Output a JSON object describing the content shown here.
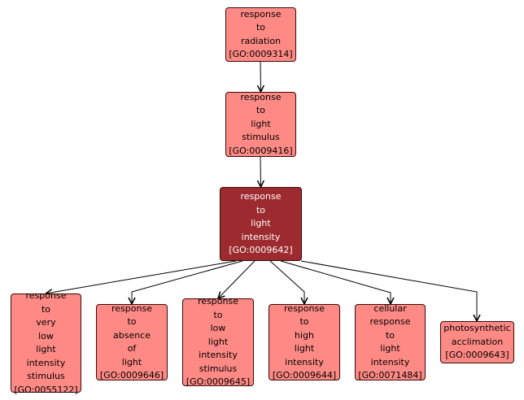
{
  "nodes": [
    {
      "id": "n1",
      "lines": [
        "response",
        "to",
        "radiation"
      ],
      "go": "[GO:0009314]",
      "highlight": false
    },
    {
      "id": "n2",
      "lines": [
        "response",
        "to",
        "light",
        "stimulus"
      ],
      "go": "[GO:0009416]",
      "highlight": false
    },
    {
      "id": "n3",
      "lines": [
        "response",
        "to",
        "light",
        "intensity"
      ],
      "go": "[GO:0009642]",
      "highlight": true
    },
    {
      "id": "n4",
      "lines": [
        "response",
        "to",
        "very",
        "low",
        "light",
        "intensity",
        "stimulus"
      ],
      "go": "[GO:0055122]",
      "highlight": false
    },
    {
      "id": "n5",
      "lines": [
        "response",
        "to",
        "absence",
        "of",
        "light"
      ],
      "go": "[GO:0009646]",
      "highlight": false
    },
    {
      "id": "n6",
      "lines": [
        "response",
        "to",
        "low",
        "light",
        "intensity",
        "stimulus"
      ],
      "go": "[GO:0009645]",
      "highlight": false
    },
    {
      "id": "n7",
      "lines": [
        "response",
        "to",
        "high",
        "light",
        "intensity"
      ],
      "go": "[GO:0009644]",
      "highlight": false
    },
    {
      "id": "n8",
      "lines": [
        "cellular",
        "response",
        "to",
        "light",
        "intensity"
      ],
      "go": "[GO:0071484]",
      "highlight": false
    },
    {
      "id": "n9",
      "lines": [
        "photosynthetic",
        "acclimation"
      ],
      "go": "[GO:0009643]",
      "highlight": false
    }
  ],
  "edges": [
    {
      "from": "n1",
      "to": "n2"
    },
    {
      "from": "n2",
      "to": "n3"
    },
    {
      "from": "n3",
      "to": "n4"
    },
    {
      "from": "n3",
      "to": "n5"
    },
    {
      "from": "n3",
      "to": "n6"
    },
    {
      "from": "n3",
      "to": "n7"
    },
    {
      "from": "n3",
      "to": "n8"
    },
    {
      "from": "n3",
      "to": "n9"
    }
  ]
}
